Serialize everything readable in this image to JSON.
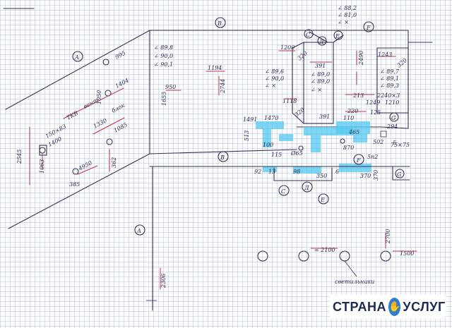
{
  "labels": {
    "A1": "А",
    "A2": "А",
    "B1": "В",
    "B2": "В",
    "C1": "С",
    "C2": "С",
    "D1": "Д",
    "D2": "Д",
    "E1": "Е",
    "E2": "Е",
    "F1": "F",
    "F2": "F",
    "G1": "G",
    "G2": "G"
  },
  "left_wall": {
    "dim_height": "2545",
    "dim_1063": "1063",
    "dim_385": "385",
    "dim_1404": "1404",
    "dim_1330": "1330",
    "dim_1050": "1050",
    "dim_1085": "1085",
    "dim_995": "995",
    "dim_362": "362",
    "dim_4950": "4950",
    "note_150x83": "150×83",
    "note_1400": "1400",
    "note_tkv": "TKB",
    "note_block": "блок",
    "note_pipe": "вент"
  },
  "center_wall": {
    "angles_1": [
      "∠ 89,8",
      "∠ 90,0",
      "∠ 90,1"
    ],
    "dim_1194": "1194",
    "dim_2744": "2744",
    "dim_950": "950",
    "dim_1655": "1655"
  },
  "right_wall": {
    "angles_top": [
      "∠ 88,2",
      "∠ 81,0",
      "∠ ×"
    ],
    "angles_mid": [
      "∠ 89,6",
      "∠ 90,0",
      "∠ ×"
    ],
    "angles_box": [
      "∠ 89,0",
      "∠ 89,0",
      "∠ ×"
    ],
    "angles_right": [
      "∠ 89,7",
      "∠ 89,1",
      "∠ 89,3"
    ],
    "dim_1200": "1200",
    "dim_320a": "320",
    "dim_391a": "391",
    "dim_1118": "1118",
    "dim_320b": "320",
    "dim_391b": "391",
    "dim_1243": "1243",
    "dim_320c": "320",
    "dim_2490": "2490",
    "dim_213": "213",
    "dim_2240x3": "2240×3",
    "dim_1249": "1249",
    "dim_1210": "1210",
    "dim_220": "220",
    "dim_125": "125",
    "dim_100": "100",
    "dim_294": "294",
    "dim_502": "502",
    "dim_115": "115",
    "dim_513": "513",
    "dim_5d": "5",
    "dim_870": "870",
    "dim_465": "465",
    "dim_110": "110",
    "dim_5n2": "5n2",
    "note_75x75": "75×75",
    "d65": "Ø65",
    "dim_1470": "1470",
    "dim_1491": "1491"
  },
  "bottom": {
    "dim_92": "92",
    "dim_13": "13",
    "dim_98": "98",
    "dim_6": "6",
    "dim_370": "370",
    "dim_350": "350",
    "dim_2100": "= 2100",
    "dim_2700": "2700",
    "dim_1500": "1500",
    "note_svet": "светильники",
    "dim_2306": "2306",
    "dim_370b": "370"
  },
  "logo": {
    "left": "СТРАНА",
    "right": "УСЛУГ"
  },
  "colors": {
    "ink": "#3a3450",
    "red": "#c2324a",
    "highlight": "#58c9f0",
    "grid": "#8caad7"
  }
}
